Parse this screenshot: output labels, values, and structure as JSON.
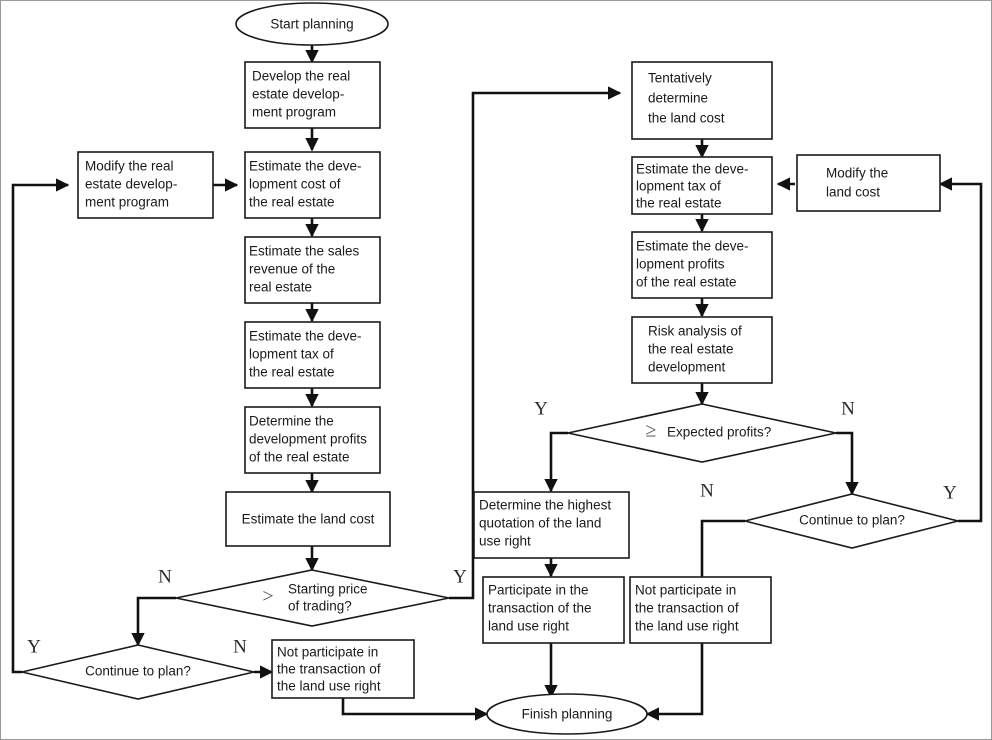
{
  "diagram": {
    "title": "Real estate development land bidding planning flowchart",
    "colors": {
      "stroke": "#111111",
      "node_fill": "#ffffff",
      "text": "#1a1a1a",
      "label": "#2b2b2b",
      "glyph": "#555555"
    }
  },
  "nodes": {
    "start": {
      "label": "Start planning",
      "shape": "ellipse"
    },
    "develop_program": {
      "lines": [
        "Develop the real",
        "estate develop-",
        "ment program"
      ],
      "shape": "process"
    },
    "modify_program": {
      "lines": [
        "Modify the real",
        "estate develop-",
        "ment program"
      ],
      "shape": "process"
    },
    "estimate_dev_cost": {
      "lines": [
        "Estimate the deve-",
        "lopment cost of",
        "the real estate"
      ],
      "shape": "process"
    },
    "estimate_sales_revenue": {
      "lines": [
        "Estimate the sales",
        "revenue of the",
        "real estate"
      ],
      "shape": "process"
    },
    "estimate_dev_tax_left": {
      "lines": [
        "Estimate the deve-",
        "lopment tax of",
        "the real estate"
      ],
      "shape": "process"
    },
    "determine_dev_profits": {
      "lines": [
        "Determine the",
        "development profits",
        "of the real estate"
      ],
      "shape": "process"
    },
    "estimate_land_cost": {
      "lines": [
        "Estimate the land cost"
      ],
      "shape": "process"
    },
    "starting_price": {
      "lines": [
        "Starting price",
        "of trading?"
      ],
      "glyph": ">",
      "shape": "decision"
    },
    "continue_plan_left": {
      "lines": [
        "Continue to plan?"
      ],
      "shape": "decision"
    },
    "not_participate_left": {
      "lines": [
        "Not participate in",
        "the transaction of",
        "the land use right"
      ],
      "shape": "process"
    },
    "tentatively_determine": {
      "lines": [
        "Tentatively",
        "determine",
        "the land cost"
      ],
      "shape": "process"
    },
    "modify_land_cost": {
      "lines": [
        "Modify the",
        "land cost"
      ],
      "shape": "process"
    },
    "estimate_dev_tax_right": {
      "lines": [
        "Estimate the deve-",
        "lopment tax of",
        "the real estate"
      ],
      "shape": "process"
    },
    "estimate_dev_profits_right": {
      "lines": [
        "Estimate the deve-",
        "lopment profits",
        "of the real estate"
      ],
      "shape": "process"
    },
    "risk_analysis": {
      "lines": [
        "Risk analysis of",
        "the real estate",
        "development"
      ],
      "shape": "process"
    },
    "expected_profits": {
      "lines": [
        "Expected profits?"
      ],
      "glyph": "≥",
      "shape": "decision"
    },
    "continue_plan_right": {
      "lines": [
        "Continue to plan?"
      ],
      "shape": "decision"
    },
    "determine_highest_quotation": {
      "lines": [
        "Determine the highest",
        "quotation of the land",
        "use right"
      ],
      "shape": "process"
    },
    "participate": {
      "lines": [
        "Participate in the",
        "transaction of the",
        "land use right"
      ],
      "shape": "process"
    },
    "not_participate_right": {
      "lines": [
        "Not participate in",
        "the transaction of",
        "the land use right"
      ],
      "shape": "process"
    },
    "finish": {
      "label": "Finish planning",
      "shape": "ellipse"
    }
  },
  "branch_labels": {
    "starting_price_no": "N",
    "starting_price_yes": "Y",
    "continue_left_yes": "Y",
    "continue_left_no": "N",
    "expected_profits_yes": "Y",
    "expected_profits_no": "N",
    "continue_right_no": "N",
    "continue_right_yes": "Y"
  }
}
